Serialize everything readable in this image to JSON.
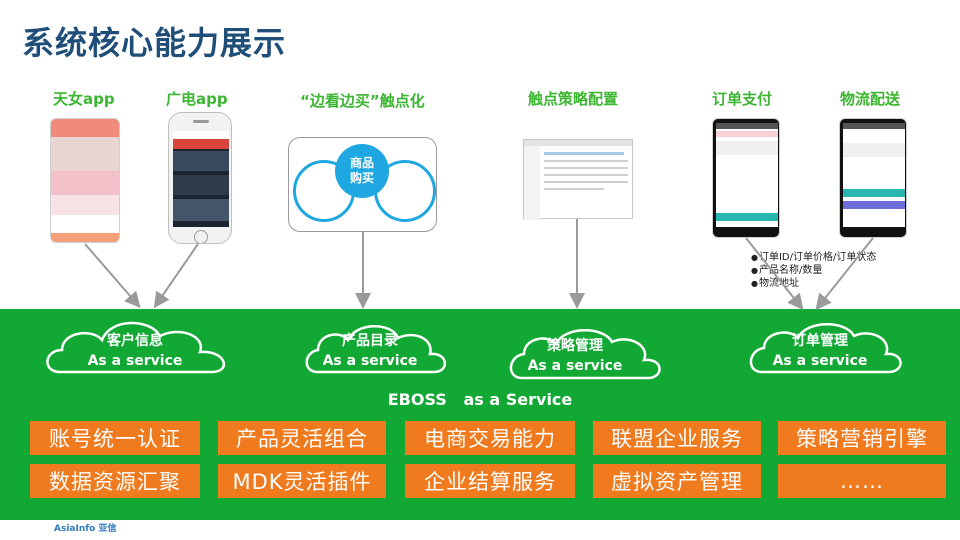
{
  "title": "系统核心能力展示",
  "top_labels": {
    "tianyi": "天女app",
    "guangdian": "广电app",
    "touchpoint": "“边看边买”触点化",
    "strategy_config": "触点策略配置",
    "order_pay": "订单支付",
    "logistics": "物流配送"
  },
  "bubble": {
    "center_label": "商品\n购买"
  },
  "bullets": [
    "订单ID/订单价格/订单状态",
    "产品名称/数量",
    "物流地址"
  ],
  "clouds": [
    {
      "line1": "客户信息",
      "line2": "As a service"
    },
    {
      "line1": "产品目录",
      "line2": "As a service"
    },
    {
      "line1": "策略管理",
      "line2": "As a service"
    },
    {
      "line1": "订单管理",
      "line2": "As a service"
    }
  ],
  "eboss": "EBOSS   as a Service",
  "capabilities": [
    "账号统一认证",
    "产品灵活组合",
    "电商交易能力",
    "联盟企业服务",
    "策略营销引擎",
    "数据资源汇聚",
    "MDK灵活插件",
    "企业结算服务",
    "虚拟资产管理",
    "……"
  ],
  "footer": "AsiaInfo 亚信",
  "colors": {
    "title": "#1f4e79",
    "label_green": "#3cb532",
    "base_green": "#11a834",
    "capability_orange": "#f07a1e",
    "bubble_blue": "#1fa7e1"
  }
}
